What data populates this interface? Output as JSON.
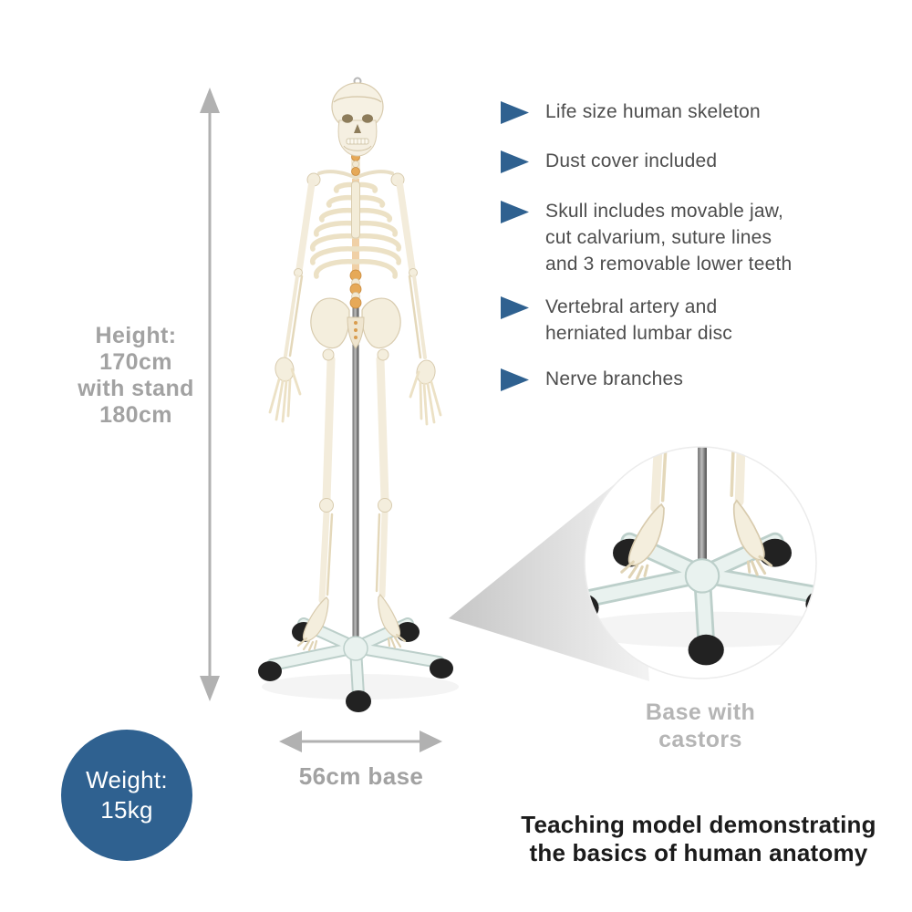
{
  "colors": {
    "accent_blue": "#2f6190",
    "feature_text": "#4d4d4d",
    "measure_text": "#a2a2a2",
    "caption_text": "#b5b5b5",
    "footer_text": "#1b1b1b",
    "arrow": "#b1b1b1"
  },
  "height_label": {
    "text": "Height:\n170cm\nwith stand\n180cm"
  },
  "weight_badge": {
    "text": "Weight:\n15kg"
  },
  "base_width_label": {
    "text": "56cm base"
  },
  "inset_caption": {
    "text": "Base with\ncastors"
  },
  "features": [
    {
      "text": "Life size human skeleton"
    },
    {
      "text": "Dust cover included"
    },
    {
      "text": "Skull includes movable jaw,\ncut calvarium, suture lines\nand 3 removable lower teeth"
    },
    {
      "text": "Vertebral artery and\nherniated lumbar disc"
    },
    {
      "text": "Nerve branches"
    }
  ],
  "footer": {
    "text": "Teaching model demonstrating\nthe basics of human anatomy"
  }
}
